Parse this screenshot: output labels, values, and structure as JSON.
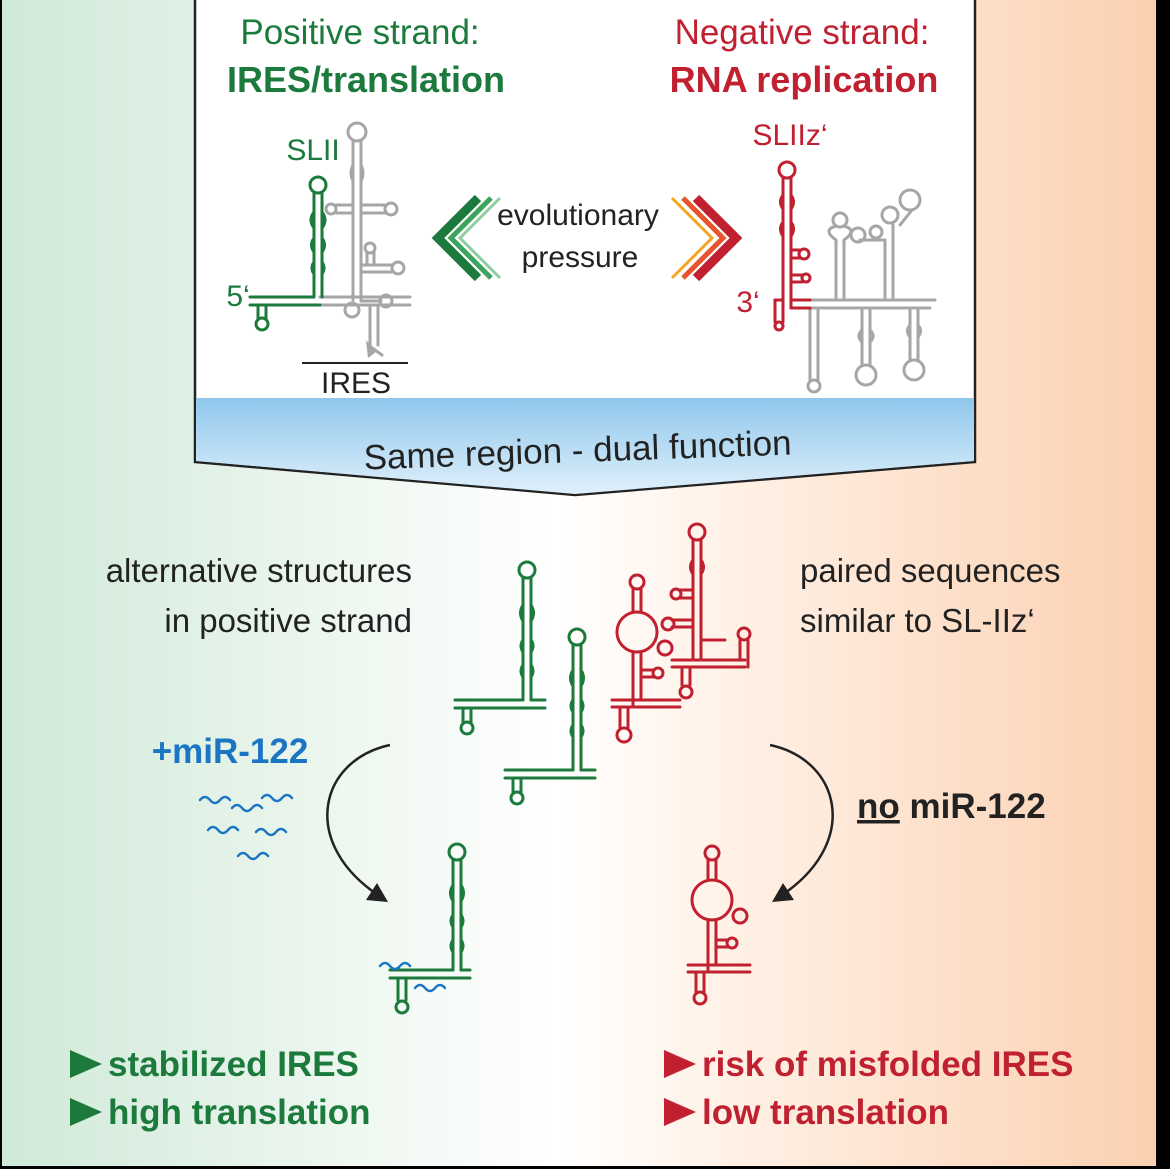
{
  "colors": {
    "green": "#1b7a3c",
    "red": "#c0202f",
    "blue": "#1a75c2",
    "grey": "#a6a6a6",
    "bg_left": "#cfe9d8",
    "bg_right": "#fbd0b0",
    "banner": "#a8d4f0"
  },
  "top_panel": {
    "positive": {
      "heading": "Positive strand:",
      "subheading": "IRES/translation",
      "stem_label": "SLII",
      "end_label": "5‘",
      "region_label": "IRES"
    },
    "pressure": {
      "line1": "evolutionary",
      "line2": "pressure"
    },
    "negative": {
      "heading": "Negative strand:",
      "subheading": "RNA replication",
      "stem_label": "SLIIz‘",
      "end_label": "3‘"
    }
  },
  "banner": {
    "text": "Same region - dual function"
  },
  "middle": {
    "left_text": [
      "alternative structures",
      "in positive strand"
    ],
    "right_text": [
      "paired sequences",
      "similar to SL-IIz‘"
    ],
    "plus_mir": "+miR-122",
    "no_mir": {
      "underlined": "no",
      "rest": " miR-122"
    }
  },
  "outcomes": {
    "left": [
      "stabilized IRES",
      "high translation"
    ],
    "right": [
      "risk of misfolded IRES",
      "low translation"
    ]
  },
  "icons": [
    "rna-stem-loop-icon",
    "chevron-left-icon",
    "chevron-right-icon",
    "curved-arrow-icon",
    "mirna-squiggle-icon",
    "triangle-bullet-icon"
  ]
}
